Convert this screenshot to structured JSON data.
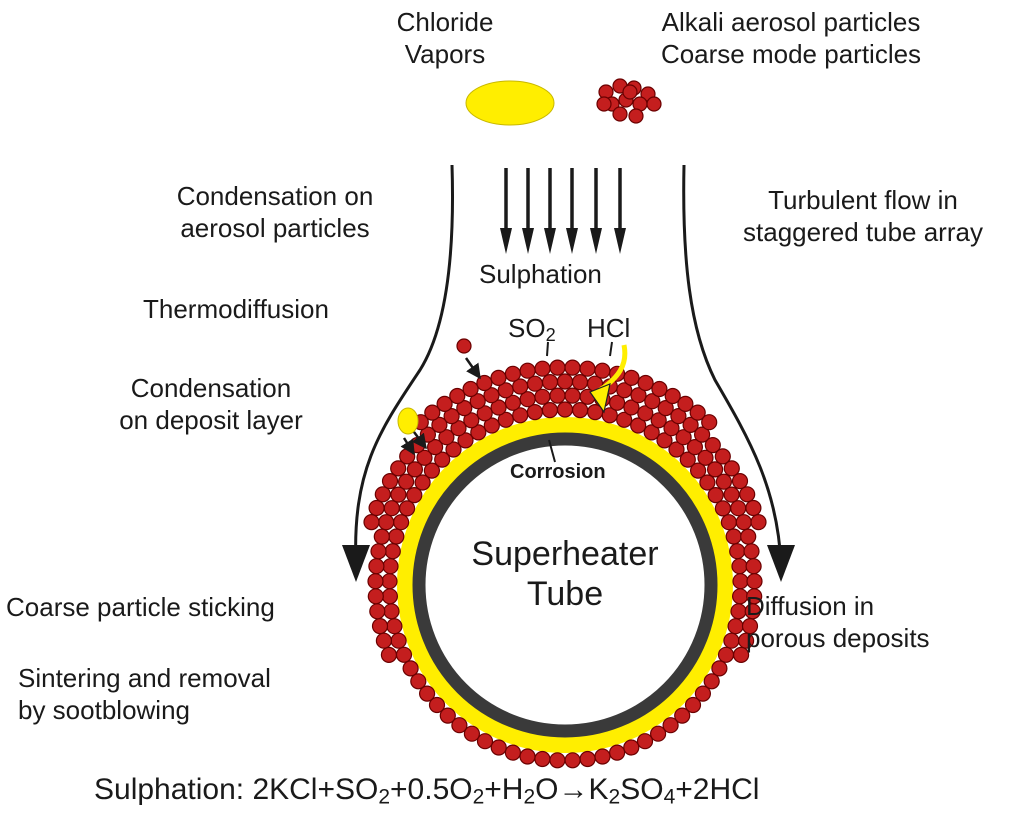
{
  "labels": {
    "chloride_line1": "Chloride",
    "chloride_line2": "Vapors",
    "alkali_line1": "Alkali aerosol particles",
    "alkali_line2": "Coarse mode particles",
    "condensation_aerosol_line1": "Condensation on",
    "condensation_aerosol_line2": "aerosol particles",
    "thermodiffusion": "Thermodiffusion",
    "condensation_deposit_line1": "Condensation",
    "condensation_deposit_line2": "on deposit layer",
    "turbulent_line1": "Turbulent flow in",
    "turbulent_line2": "staggered tube array",
    "sulphation_arrows": "Sulphation",
    "so2": "SO",
    "so2_sub": "2",
    "hcl": "HCl",
    "corrosion": "Corrosion",
    "tube_line1": "Superheater",
    "tube_line2": "Tube",
    "coarse_sticking": "Coarse particle sticking",
    "sintering_line1": "Sintering and removal",
    "sintering_line2": "by sootblowing",
    "diffusion_line1": "Diffusion in",
    "diffusion_line2": "porous deposits"
  },
  "equation": {
    "prefix": "Sulphation: 2KCl+SO",
    "s1": "2",
    "p2": "+0.5O",
    "s2": "2",
    "p3": "+H",
    "s3": "2",
    "p4": "O→K",
    "s4": "2",
    "p5": "SO",
    "s5": "4",
    "p6": "+2HCl"
  },
  "colors": {
    "particle": "#c41e1e",
    "particle_stroke": "#6a0000",
    "vapor": "#ffee00",
    "tube": "#3a3a3a",
    "line": "#1a1a1a"
  },
  "icons": [
    "vapor-blob-icon",
    "particle-cluster-icon",
    "flow-arrow-icon"
  ]
}
